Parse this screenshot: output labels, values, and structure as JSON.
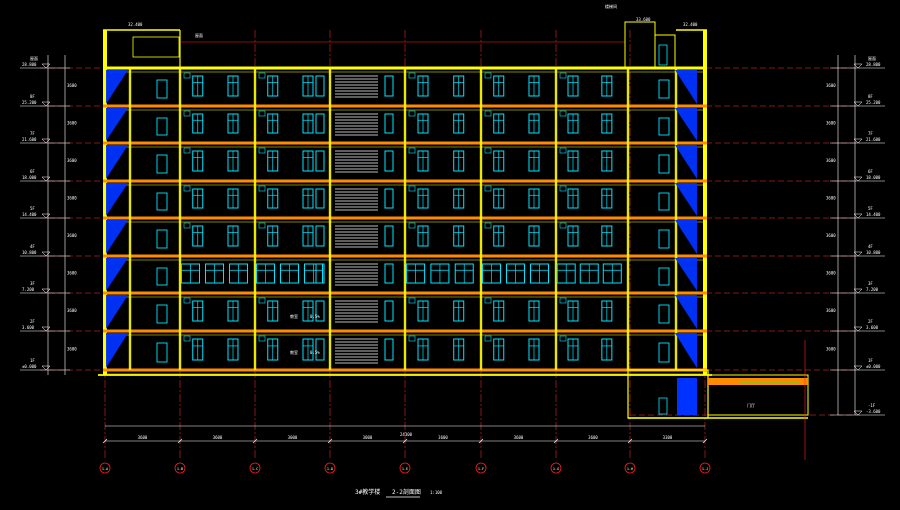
{
  "title": {
    "main": "3#教学楼",
    "section": "2-2剖面图",
    "scale": "1:100"
  },
  "colors": {
    "background": "#000000",
    "wall": "#ffff00",
    "floorslab": "#ff8c00",
    "window": "#00e5ff",
    "stair": "#0033ff",
    "axis": "#ff2020",
    "grid": "#ff3030",
    "dim": "#ffffff",
    "accent": "#00ff40"
  },
  "axes": [
    "1-A",
    "1-B",
    "1-C",
    "1-D",
    "1-E",
    "1-F",
    "1-G",
    "1-H",
    "1-J"
  ],
  "overall_width": "24300",
  "bay_widths": [
    "3600",
    "3600",
    "3000",
    "3000",
    "3600",
    "3600",
    "3600",
    "3300"
  ],
  "levels_left": [
    {
      "label": "屋面",
      "value": "28.800"
    },
    {
      "label": "8F",
      "value": "25.200"
    },
    {
      "label": "7F",
      "value": "21.600"
    },
    {
      "label": "6F",
      "value": "18.000"
    },
    {
      "label": "5F",
      "value": "14.400"
    },
    {
      "label": "4F",
      "value": "10.800"
    },
    {
      "label": "3F",
      "value": "7.200"
    },
    {
      "label": "2F",
      "value": "3.600"
    },
    {
      "label": "1F",
      "value": "±0.000"
    }
  ],
  "levels_right": [
    {
      "label": "屋面",
      "value": "28.800"
    },
    {
      "label": "8F",
      "value": "25.200"
    },
    {
      "label": "7F",
      "value": "21.600"
    },
    {
      "label": "6F",
      "value": "18.000"
    },
    {
      "label": "5F",
      "value": "14.400"
    },
    {
      "label": "4F",
      "value": "10.800"
    },
    {
      "label": "3F",
      "value": "7.200"
    },
    {
      "label": "2F",
      "value": "3.600"
    },
    {
      "label": "1F",
      "value": "±0.000"
    },
    {
      "label": "-1F",
      "value": "-3.600"
    }
  ],
  "storey_heights": [
    "3600",
    "3600",
    "3600",
    "3600",
    "3600",
    "3600",
    "3600",
    "3600"
  ],
  "top_notes": {
    "parapet_left": "32.400",
    "roof_slab": "屋面",
    "tower_top": "33.600",
    "tower_label": "楼梯间",
    "right_parapet": "32.400"
  },
  "room_tag": "教室",
  "annex_label": "门厅",
  "note_marks": [
    "0.5%",
    "0.5%"
  ]
}
